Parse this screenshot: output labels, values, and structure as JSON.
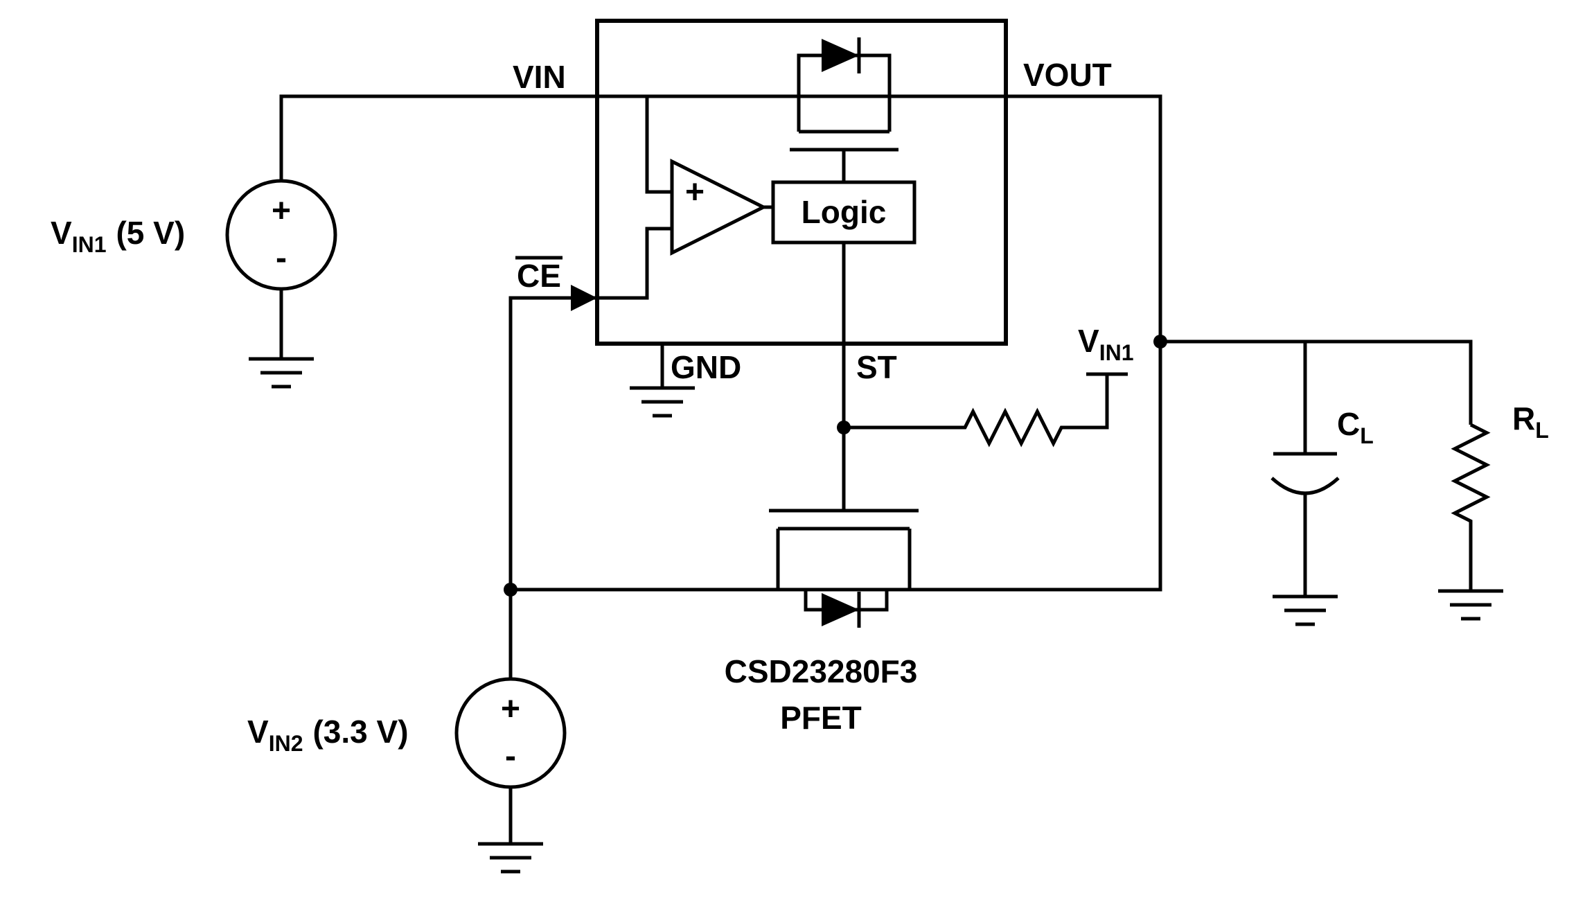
{
  "ic": {
    "pin_vin": "VIN",
    "pin_vout": "VOUT",
    "pin_ce": "CE",
    "pin_gnd": "GND",
    "pin_st": "ST",
    "logic_label": "Logic",
    "comparator_plus": "+"
  },
  "sources": {
    "vin1": {
      "name_base": "V",
      "name_sub": "IN1",
      "value": "(5 V)",
      "plus": "+",
      "minus": "-"
    },
    "vin2": {
      "name_base": "V",
      "name_sub": "IN2",
      "value": "(3.3 V)",
      "plus": "+",
      "minus": "-"
    }
  },
  "pullup_rail": {
    "name_base": "V",
    "name_sub": "IN1"
  },
  "load": {
    "cap_base": "C",
    "cap_sub": "L",
    "res_base": "R",
    "res_sub": "L"
  },
  "external_fet": {
    "part_number": "CSD23280F3",
    "type": "PFET"
  },
  "colors": {
    "wire": "#000000",
    "background": "#ffffff"
  }
}
